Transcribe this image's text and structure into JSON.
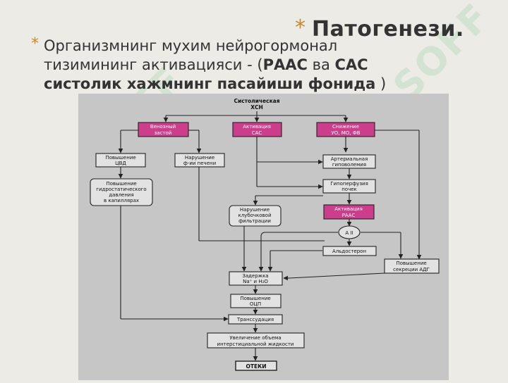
{
  "slide": {
    "title": "Патогенези.",
    "paragraph": {
      "line1": "Организмнинг мухим нейрогормонал",
      "line2a": "тизимининг активацияси  - (",
      "line2b": "РААС",
      "line2c": " ва ",
      "line2d": "САС",
      "line3a": "систолик хажмнинг пасайиши фонида",
      "line3b": " )"
    },
    "watermark": "SOFF",
    "colors": {
      "bullet": "#c9882a",
      "highlight_box": "#cc3d8c",
      "watermark": "#78c88c"
    }
  },
  "diagram": {
    "top": [
      "Систолическая",
      "ХСН"
    ],
    "venous": [
      "Венозный",
      "застой"
    ],
    "sas": [
      "Активация",
      "САС"
    ],
    "decrease": [
      "Снижение",
      "УО, МО, ФВ"
    ],
    "cvd": [
      "Повышение",
      "ЦВД"
    ],
    "liver": [
      "Нарушение",
      "ф-ии печени"
    ],
    "hypovol": [
      "Артериальная",
      "гиповолемия"
    ],
    "hydro": [
      "Повышение",
      "гидростатического",
      "давления",
      "в капиллярах"
    ],
    "hypoperf": [
      "Гипоперфузия",
      "почек"
    ],
    "glom": [
      "Нарушение",
      "клубочковой",
      "фильтрации"
    ],
    "raas": [
      "Активация",
      "РААС"
    ],
    "a2": "А II",
    "aldo": "Альдостерон",
    "adh": [
      "Повышение",
      "секреции АДГ"
    ],
    "retention": [
      "Задержка",
      "Na⁺ и H₂O"
    ],
    "ocp": [
      "Повышение",
      "ОЦП"
    ],
    "transud": "Транссудация",
    "fluid": [
      "Увеличение объема",
      "интерстициальной жидкости"
    ],
    "edema": "ОТЕКИ"
  }
}
